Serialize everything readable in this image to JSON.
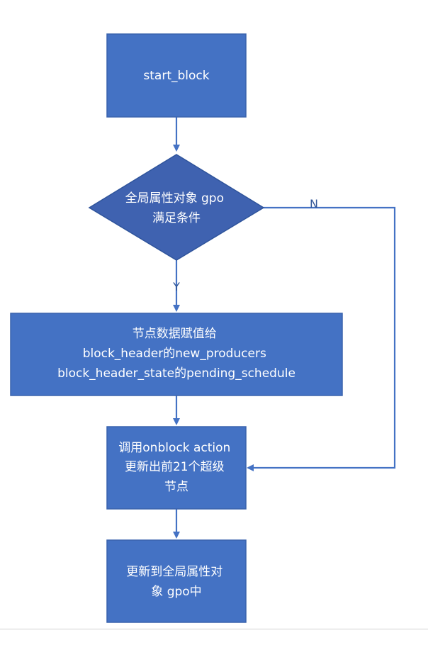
{
  "nodes": {
    "start": {
      "lines": [
        "start_block"
      ]
    },
    "decision": {
      "lines": [
        "全局属性对象 gpo",
        "满足条件"
      ]
    },
    "assign": {
      "lines": [
        "节点数据赋值给",
        "block_header的new_producers",
        "block_header_state的pending_schedule"
      ]
    },
    "onblock": {
      "lines": [
        "调用onblock action",
        "更新出前21个超级",
        "节点"
      ]
    },
    "update": {
      "lines": [
        "更新到全局属性对",
        "象 gpo中"
      ]
    }
  },
  "edges": {
    "yes_label": "Y",
    "no_label": "N"
  },
  "colors": {
    "node_fill": "#4472C4",
    "diamond_fill": "#3F62B0",
    "edge": "#4472C4",
    "label": "#2F5597"
  }
}
